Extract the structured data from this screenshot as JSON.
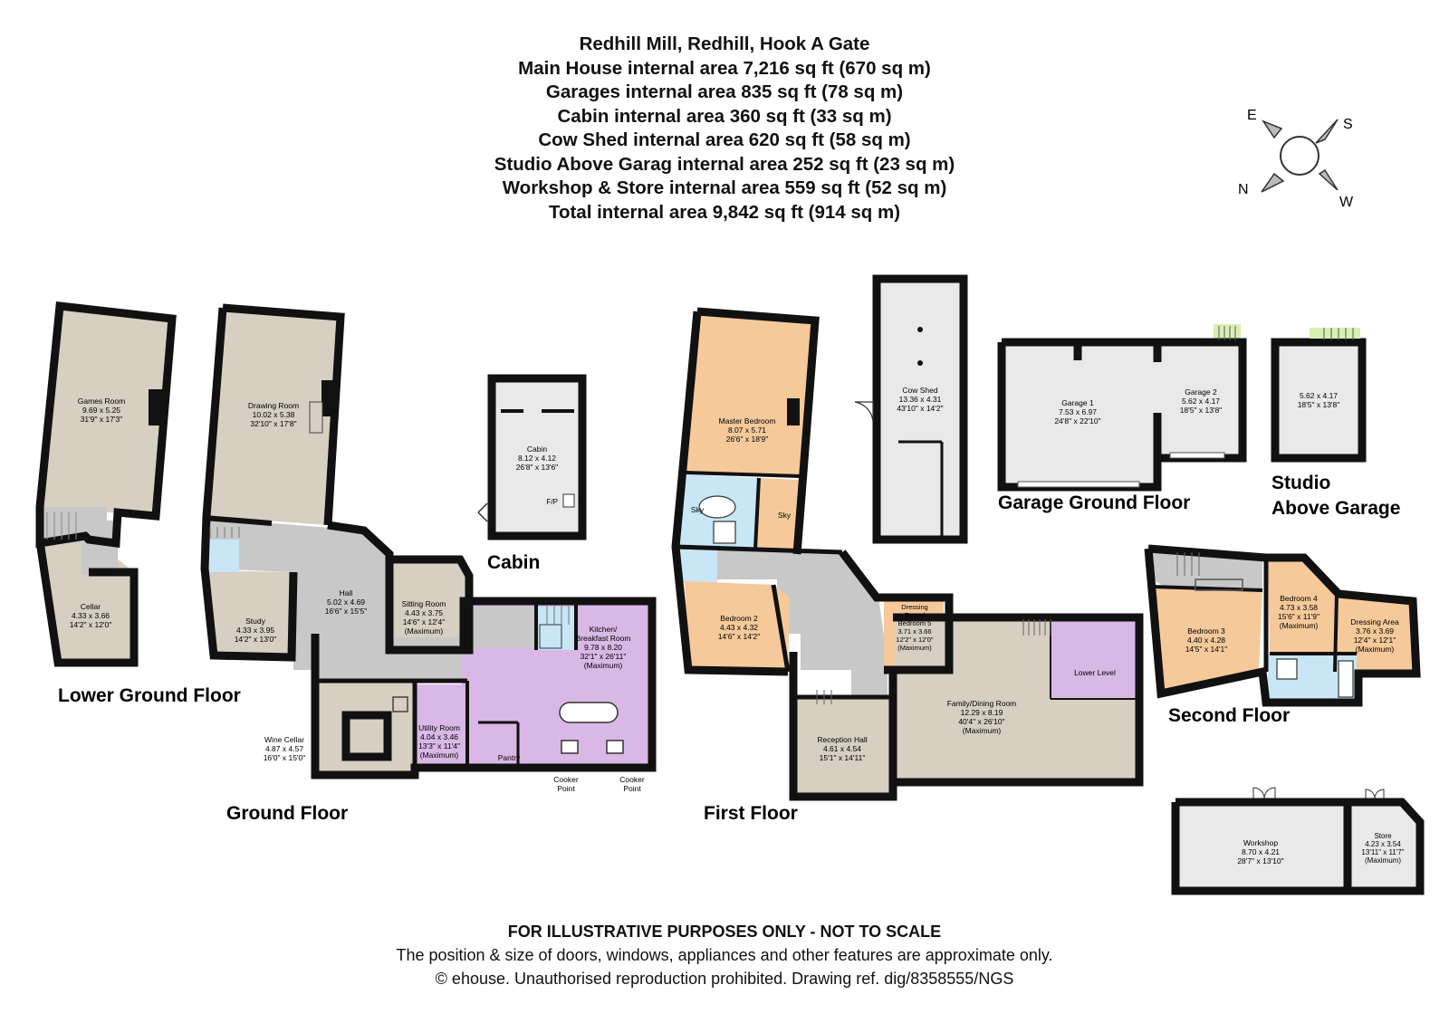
{
  "header": {
    "lines": [
      "Redhill Mill, Redhill, Hook A Gate",
      "Main House internal area 7,216 sq ft (670 sq m)",
      "Garages internal area 835 sq ft (78 sq m)",
      "Cabin internal area 360 sq ft (33 sq m)",
      "Cow Shed internal area 620 sq ft (58 sq m)",
      "Studio Above Garag internal area 252 sq ft (23 sq m)",
      "Workshop & Store internal area 559 sq ft (52 sq m)",
      "Total internal area 9,842 sq ft (914 sq m)"
    ]
  },
  "compass": {
    "e": "E",
    "s": "S",
    "n": "N",
    "w": "W"
  },
  "floors": {
    "lower_ground": "Lower Ground Floor",
    "ground": "Ground Floor",
    "cabin": "Cabin",
    "first": "First Floor",
    "garage_ground": "Garage Ground Floor",
    "studio_line1": "Studio",
    "studio_line2": "Above Garage",
    "second": "Second Floor"
  },
  "rooms": {
    "games_room": [
      "Games Room",
      "9.69 x 5.25",
      "31'9\" x 17'3\""
    ],
    "cellar": [
      "Cellar",
      "4.33 x 3.66",
      "14'2\" x 12'0\""
    ],
    "drawing_room": [
      "Drawing Room",
      "10.02 x 5.38",
      "32'10\" x 17'8\""
    ],
    "hall": [
      "Hall",
      "5.02 x 4.69",
      "16'6\" x 15'5\""
    ],
    "study": [
      "Study",
      "4.33 x 3.95",
      "14'2\" x 13'0\""
    ],
    "sitting_room": [
      "Sitting Room",
      "4.43 x 3.75",
      "14'6\" x 12'4\"",
      "(Maximum)"
    ],
    "kitchen": [
      "Kitchen/",
      "Breakfast Room",
      "9.78 x 8.20",
      "32'1\" x 26'11\"",
      "(Maximum)"
    ],
    "utility": [
      "Utility Room",
      "4.04 x 3.46",
      "13'3\" x 11'4\"",
      "(Maximum)"
    ],
    "wine_cellar": [
      "Wine Cellar",
      "4.87 x 4.57",
      "16'0\" x 15'0\""
    ],
    "pantry": "Pantry",
    "cooker1": [
      "Cooker",
      "Point"
    ],
    "cooker2": [
      "Cooker",
      "Point"
    ],
    "cabin": [
      "Cabin",
      "8.12 x 4.12",
      "26'8\" x 13'6\""
    ],
    "fp": "F/P",
    "master": [
      "Master Bedroom",
      "8.07 x 5.71",
      "26'6\" x 18'9\""
    ],
    "sky1": "Sky",
    "sky2": "Sky",
    "bedroom2": [
      "Bedroom 2",
      "4.43 x 4.32",
      "14'6\" x 14'2\""
    ],
    "dressing": [
      "Dressing",
      "Room/",
      "Bedroom 5",
      "3.71 x 3.66",
      "12'2\" x 12'0\"",
      "(Maximum)"
    ],
    "reception": [
      "Reception Hall",
      "4.61 x 4.54",
      "15'1\" x 14'11\""
    ],
    "family": [
      "Family/Dining Room",
      "12.29 x 8.19",
      "40'4\" x 26'10\"",
      "(Maximum)"
    ],
    "lower_level": "Lower Level",
    "cow_shed": [
      "Cow Shed",
      "13.36 x 4.31",
      "43'10\" x 14'2\""
    ],
    "garage1": [
      "Garage 1",
      "7.53 x 6.97",
      "24'8\" x 22'10\""
    ],
    "garage2": [
      "Garage 2",
      "5.62 x 4.17",
      "18'5\" x 13'8\""
    ],
    "studio": [
      "5.62 x 4.17",
      "18'5\" x 13'8\""
    ],
    "bedroom3": [
      "Bedroom 3",
      "4.40 x 4.28",
      "14'5\" x 14'1\""
    ],
    "bedroom4": [
      "Bedroom 4",
      "4.73 x 3.58",
      "15'6\" x 11'9\"",
      "(Maximum)"
    ],
    "dressing_area": [
      "Dressing Area",
      "3.76 x 3.69",
      "12'4\" x 12'1\"",
      "(Maximum)"
    ],
    "workshop": [
      "Workshop",
      "8.70 x 4.21",
      "28'7\" x 13'10\""
    ],
    "store": [
      "Store",
      "4.23 x 3.54",
      "13'11\" x 11'7\"",
      "(Maximum)"
    ]
  },
  "colors": {
    "wall": "#111111",
    "beige": "#d6cfc2",
    "grey": "#c8c8c8",
    "light": "#e9e9e9",
    "peach": "#f6c99b",
    "lilac": "#d9b8e6",
    "blue": "#c8e6f5",
    "stair": "#d8f0b0"
  },
  "footer": {
    "line1": "FOR ILLUSTRATIVE PURPOSES ONLY - NOT TO SCALE",
    "line2": "The position & size of doors, windows, appliances and other features are approximate only.",
    "line3": "© ehouse. Unauthorised reproduction prohibited. Drawing ref. dig/8358555/NGS"
  }
}
